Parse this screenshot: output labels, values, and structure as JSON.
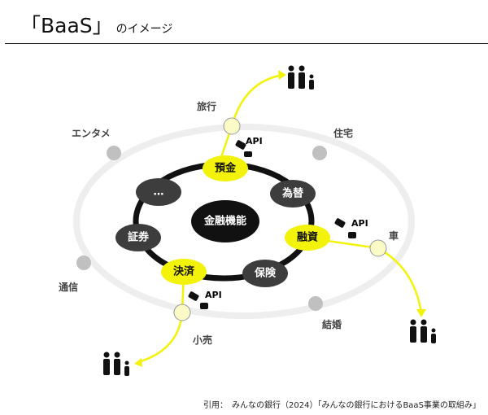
{
  "title": {
    "main": "「BaaS」",
    "sub": "のイメージ"
  },
  "center": "金融機能",
  "functions": [
    {
      "label": "預金",
      "style": "yellow"
    },
    {
      "label": "為替",
      "style": "dark"
    },
    {
      "label": "融資",
      "style": "yellow"
    },
    {
      "label": "保険",
      "style": "dark"
    },
    {
      "label": "決済",
      "style": "yellow"
    },
    {
      "label": "証券",
      "style": "dark"
    },
    {
      "label": "…",
      "style": "dark"
    }
  ],
  "outer_nodes": [
    "エンタメ",
    "住宅",
    "通信",
    "結婚"
  ],
  "connected_nodes": [
    "旅行",
    "車",
    "小売"
  ],
  "api_label": "API",
  "citation": "引用：　みんなの銀行（2024）「みんなの銀行におけるBaaS事業の取組み」",
  "colors": {
    "yellow": "#f2f20a",
    "dark": "#3d3d3d",
    "light_yellow": "#fbfbc8",
    "gray": "#c0c0c0"
  }
}
